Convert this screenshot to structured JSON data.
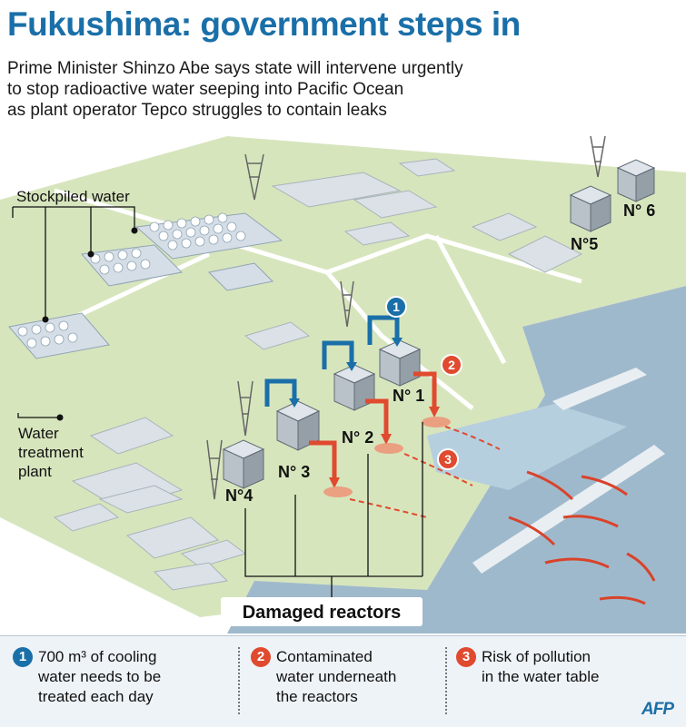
{
  "title": "Fukushima: government steps in",
  "subtitle": [
    "Prime Minister Shinzo Abe says state will intervene urgently",
    "to stop radioactive water seeping into Pacific Ocean",
    "as plant operator Tepco struggles to contain leaks"
  ],
  "labels": {
    "stockpiled_water": "Stockpiled water",
    "water_treatment": [
      "Water",
      "treatment",
      "plant"
    ],
    "damaged_reactors": "Damaged reactors"
  },
  "reactors": [
    {
      "id": "r1",
      "label": "N° 1"
    },
    {
      "id": "r2",
      "label": "N° 2"
    },
    {
      "id": "r3",
      "label": "N° 3"
    },
    {
      "id": "r4",
      "label": "N°4"
    },
    {
      "id": "r5",
      "label": "N°5"
    },
    {
      "id": "r6",
      "label": "N° 6"
    }
  ],
  "markers": [
    "1",
    "2",
    "3"
  ],
  "legend": [
    {
      "num": "1",
      "color": "#1a6fa8",
      "lines": [
        "700 m³ of cooling",
        "water needs to be",
        "treated each day"
      ]
    },
    {
      "num": "2",
      "color": "#e04a2e",
      "lines": [
        "Contaminated",
        "water underneath",
        "the reactors"
      ]
    },
    {
      "num": "3",
      "color": "#e04a2e",
      "lines": [
        "Risk of pollution",
        "in the water table"
      ]
    }
  ],
  "credit": "AFP",
  "colors": {
    "title": "#1a6fa8",
    "land": "#d7e5bd",
    "sea": "#9fb9cc",
    "cooling_arrow": "#1a6fa8",
    "leak_arrow": "#e04a2e"
  }
}
